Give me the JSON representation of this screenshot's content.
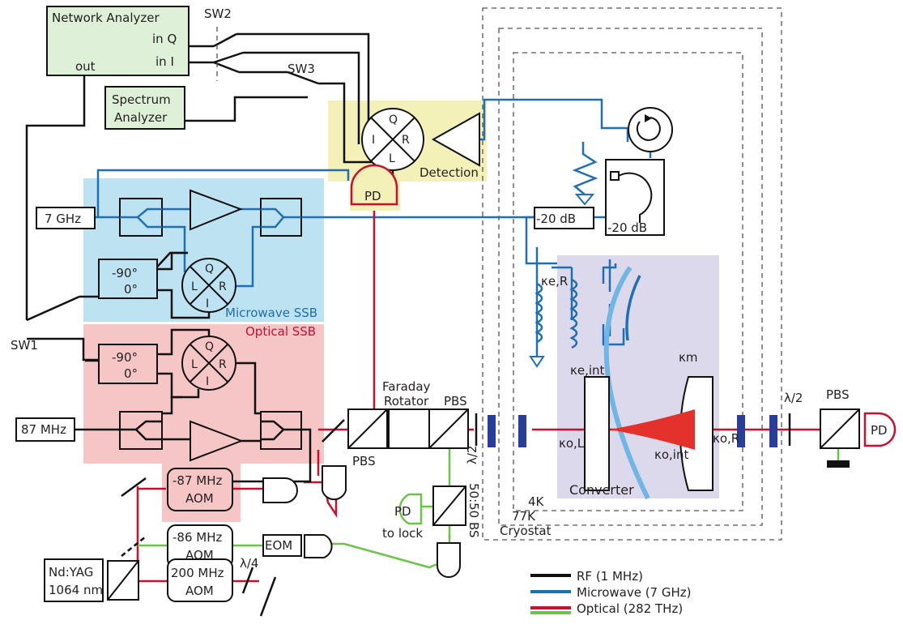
{
  "colors": {
    "rf": "#111111",
    "microwave": "#1f6fb4",
    "optical": "#c8102e",
    "green_beam": "#6cc24a",
    "network_bg": "#dff0d8",
    "detection_bg": "#f4f1b8",
    "microwave_ssb_bg": "#bde3f3",
    "optical_ssb_bg": "#f6c6c6",
    "converter_bg": "#ddd9ec"
  },
  "labels": {
    "network_analyzer": "Network Analyzer",
    "in_q": "in Q",
    "in_i": "in I",
    "out": "out",
    "sw1": "SW1",
    "sw2": "SW2",
    "sw3": "SW3",
    "spectrum_1": "Spectrum",
    "spectrum_2": "Analyzer",
    "detection": "Detection",
    "pd": "PD",
    "microwave_ssb": "Microwave SSB",
    "optical_ssb": "Optical SSB",
    "src_7ghz": "7 GHz",
    "src_87mhz": "87 MHz",
    "phase_m90": "-90°",
    "phase_0": "0°",
    "mixer_q": "Q",
    "mixer_i": "I",
    "mixer_l": "L",
    "mixer_r": "R",
    "atten_20db": "-20 dB",
    "kappa_er": "κe,R",
    "kappa_eint": "κe,int",
    "kappa_m": "κm",
    "kappa_ol": "κo,L",
    "kappa_oint": "κo,int",
    "kappa_or": "κo,R",
    "faraday_1": "Faraday",
    "faraday_2": "Rotator",
    "pbs": "PBS",
    "half_wave": "λ/2",
    "quarter_wave": "λ/4",
    "bs_5050": "50:50 BS",
    "to_lock": "to lock",
    "stage_4k": "4K",
    "stage_77k": "77K",
    "cryostat": "Cryostat",
    "converter": "Converter",
    "aom_m87": "-87 MHz",
    "aom_m86": "-86 MHz",
    "aom_200": "200 MHz",
    "aom": "AOM",
    "eom": "EOM",
    "laser_1": "Nd:YAG",
    "laser_2": "1064 nm"
  },
  "legend": [
    {
      "label": "RF (1 MHz)",
      "color": "#111111"
    },
    {
      "label": "Microwave (7 GHz)",
      "color": "#1f6fb4"
    },
    {
      "label": "Optical (282 THz)",
      "color": "#c8102e"
    },
    {
      "label": "",
      "color": "#6cc24a"
    }
  ]
}
